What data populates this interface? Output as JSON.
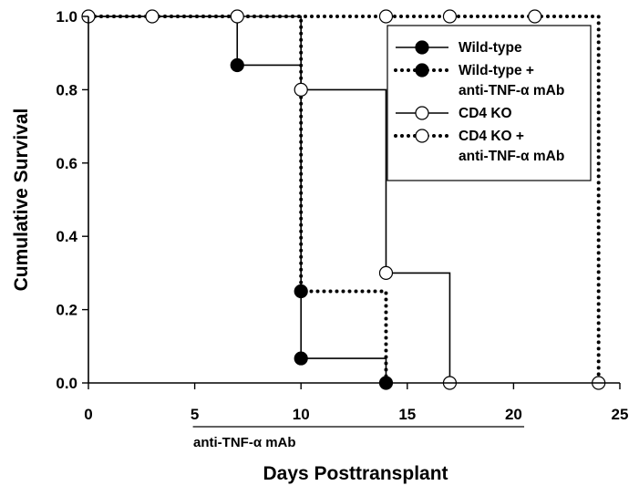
{
  "chart_data": {
    "type": "line",
    "subtype": "kaplan-meier-step",
    "title": "",
    "xlabel": "Days Posttransplant",
    "ylabel": "Cumulative Survival",
    "xlim": [
      0,
      25
    ],
    "ylim": [
      0.0,
      1.0
    ],
    "x_ticks": [
      "0",
      "5",
      "10",
      "15",
      "20",
      "25"
    ],
    "y_ticks": [
      "0.0",
      "0.2",
      "0.4",
      "0.6",
      "0.8",
      "1.0"
    ],
    "grid": false,
    "legend_position": "top-right",
    "series": [
      {
        "name": "Wild-type",
        "line_style": "solid",
        "marker": "filled-circle",
        "step_x": [
          0,
          7,
          10,
          14
        ],
        "step_y": [
          1.0,
          0.867,
          0.067,
          0.0
        ],
        "points": [
          {
            "x": 7,
            "y": 0.867
          },
          {
            "x": 10,
            "y": 0.25
          },
          {
            "x": 10,
            "y": 0.067
          },
          {
            "x": 14,
            "y": 0.0
          }
        ]
      },
      {
        "name": "Wild-type + anti-TNF-α mAb",
        "legend_lines": [
          "Wild-type +",
          "anti-TNF-α mAb"
        ],
        "line_style": "dotted",
        "marker": "filled-circle",
        "step_x": [
          0,
          10,
          14
        ],
        "step_y": [
          1.0,
          0.25,
          0.0
        ],
        "points": []
      },
      {
        "name": "CD4 KO",
        "line_style": "solid",
        "marker": "open-circle",
        "step_x": [
          0,
          10,
          14,
          17
        ],
        "step_y": [
          1.0,
          0.8,
          0.3,
          0.0
        ],
        "points": [
          {
            "x": 0,
            "y": 1.0
          },
          {
            "x": 10,
            "y": 0.8
          },
          {
            "x": 14,
            "y": 0.3
          },
          {
            "x": 17,
            "y": 0.0
          }
        ]
      },
      {
        "name": "CD4 KO + anti-TNF-α mAb",
        "legend_lines": [
          "CD4 KO +",
          "anti-TNF-α mAb"
        ],
        "line_style": "dotted",
        "marker": "open-circle",
        "step_x": [
          0,
          24
        ],
        "step_y": [
          1.0,
          0.0
        ],
        "points": [
          {
            "x": 3,
            "y": 1.0
          },
          {
            "x": 7,
            "y": 1.0
          },
          {
            "x": 14,
            "y": 1.0
          },
          {
            "x": 17,
            "y": 1.0
          },
          {
            "x": 21,
            "y": 1.0
          },
          {
            "x": 24,
            "y": 0.0
          }
        ]
      }
    ],
    "annotation": {
      "label": "anti-TNF-α mAb",
      "x_start": 5,
      "x_end": 20.5
    }
  }
}
